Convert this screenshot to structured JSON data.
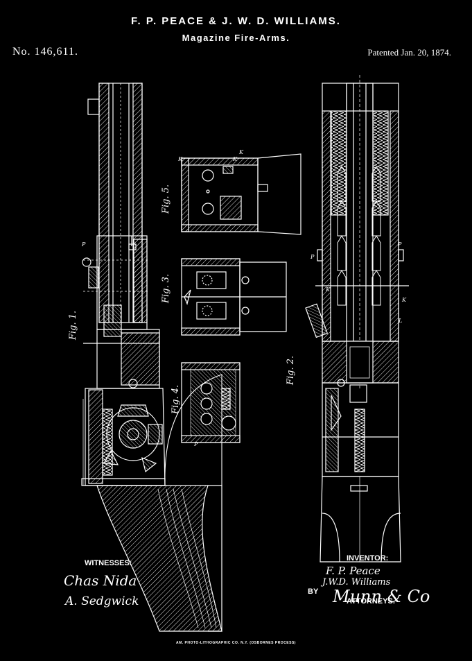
{
  "header": {
    "title": "F. P. PEACE & J. W. D. WILLIAMS.",
    "subtitle": "Magazine Fire-Arms.",
    "patent_number": "No. 146,611.",
    "patent_date": "Patented Jan. 20, 1874."
  },
  "figures": {
    "fig1": "Fig. 1.",
    "fig2": "Fig. 2.",
    "fig3": "Fig. 3.",
    "fig4": "Fig. 4.",
    "fig5": "Fig. 5."
  },
  "labels": {
    "witnesses": "WITNESSES:",
    "inventor": "INVENTOR:",
    "by": "BY",
    "attorneys": "ATTORNEYS."
  },
  "signatures": {
    "witness_1": "Chas Nida",
    "witness_2": "A. Sedgwick",
    "inventor_1": "F. P. Peace",
    "inventor_2": "J.W.D. Williams",
    "attorney": "Munn & Co"
  },
  "footer": "AM. PHOTO-LITHOGRAPHIC CO. N.Y. (OSBORNES PROCESS)",
  "colors": {
    "background": "#000000",
    "ink": "#ffffff"
  }
}
